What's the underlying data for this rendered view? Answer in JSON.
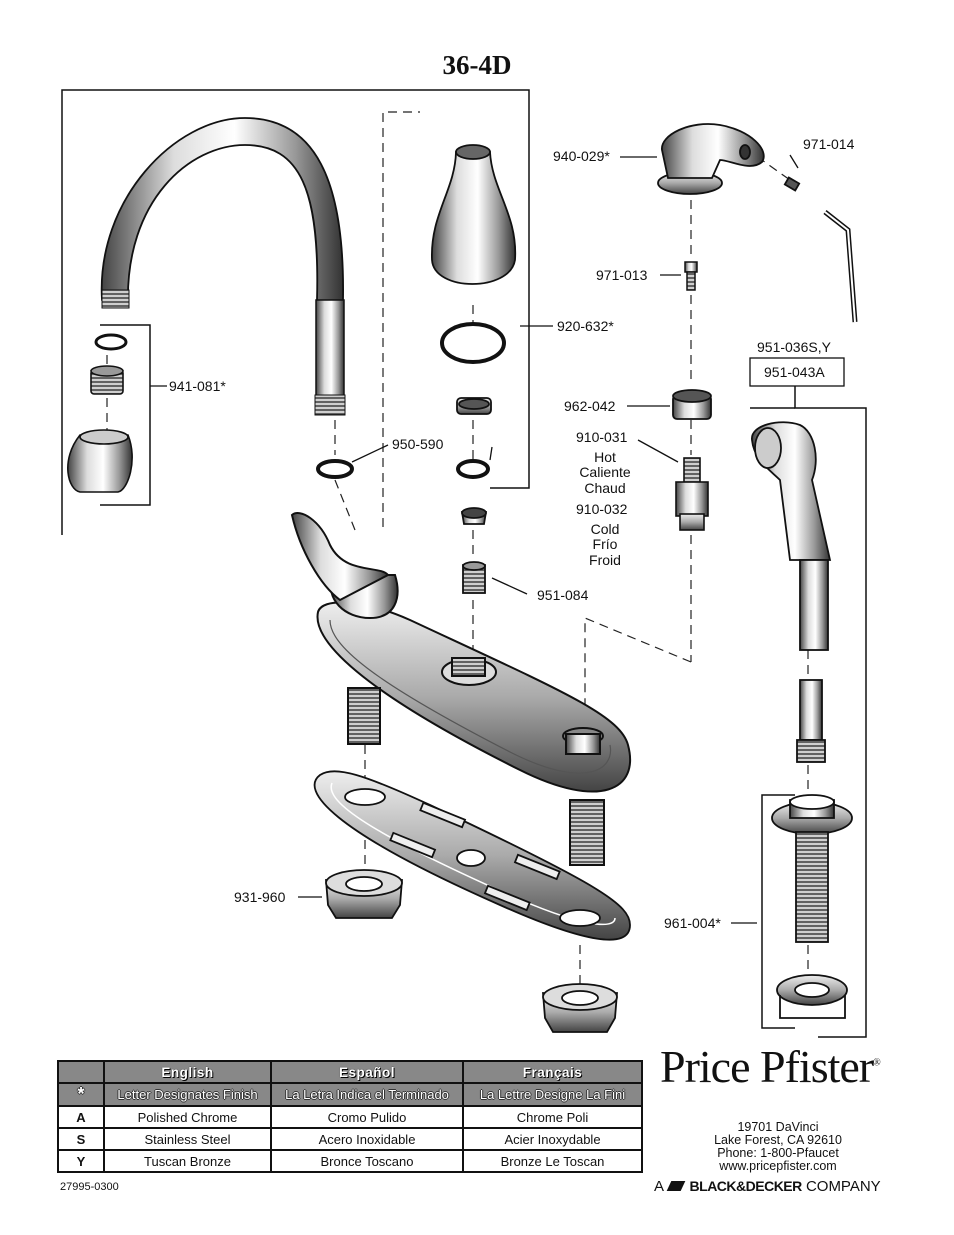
{
  "title": "36-4D",
  "parts": {
    "spout": "941-081*",
    "o_rings": "950-590",
    "handle_ring": "920-632*",
    "side_spray": "940-029*",
    "set_screw": "971-014",
    "screw": "971-013",
    "hose_1": "951-036S,Y",
    "hose_2": "951-043A",
    "bonnet": "962-042",
    "cartridge_hot": "910-031",
    "hot_en": "Hot",
    "hot_es": "Caliente",
    "hot_fr": "Chaud",
    "cartridge_cold": "910-032",
    "cold_en": "Cold",
    "cold_es": "Frío",
    "cold_fr": "Froid",
    "seat": "951-084",
    "nut": "931-960",
    "spray_support": "961-004*"
  },
  "finish_table": {
    "headers": [
      "English",
      "Español",
      "Français"
    ],
    "star_symbol": "*",
    "star_row": [
      "Letter Designates Finish",
      "La Letra Indica el Terminado",
      "La Lettre Designe La Fini"
    ],
    "rows": [
      {
        "code": "A",
        "en": "Polished Chrome",
        "es": "Cromo Pulido",
        "fr": "Chrome Poli"
      },
      {
        "code": "S",
        "en": "Stainless Steel",
        "es": "Acero Inoxidable",
        "fr": "Acier Inoxydable"
      },
      {
        "code": "Y",
        "en": "Tuscan Bronze",
        "es": "Bronce Toscano",
        "fr": "Bronze Le Toscan"
      }
    ]
  },
  "doc_number": "27995-0300",
  "brand": {
    "name": "Price Pfister",
    "reg": "®",
    "address_1": "19701 DaVinci",
    "address_2": "Lake Forest, CA 92610",
    "phone": "Phone: 1-800-Pfaucet",
    "web": "www.pricepfister.com",
    "company_prefix": "A",
    "company_name": "BLACK&DECKER",
    "company_suffix": "COMPANY"
  }
}
